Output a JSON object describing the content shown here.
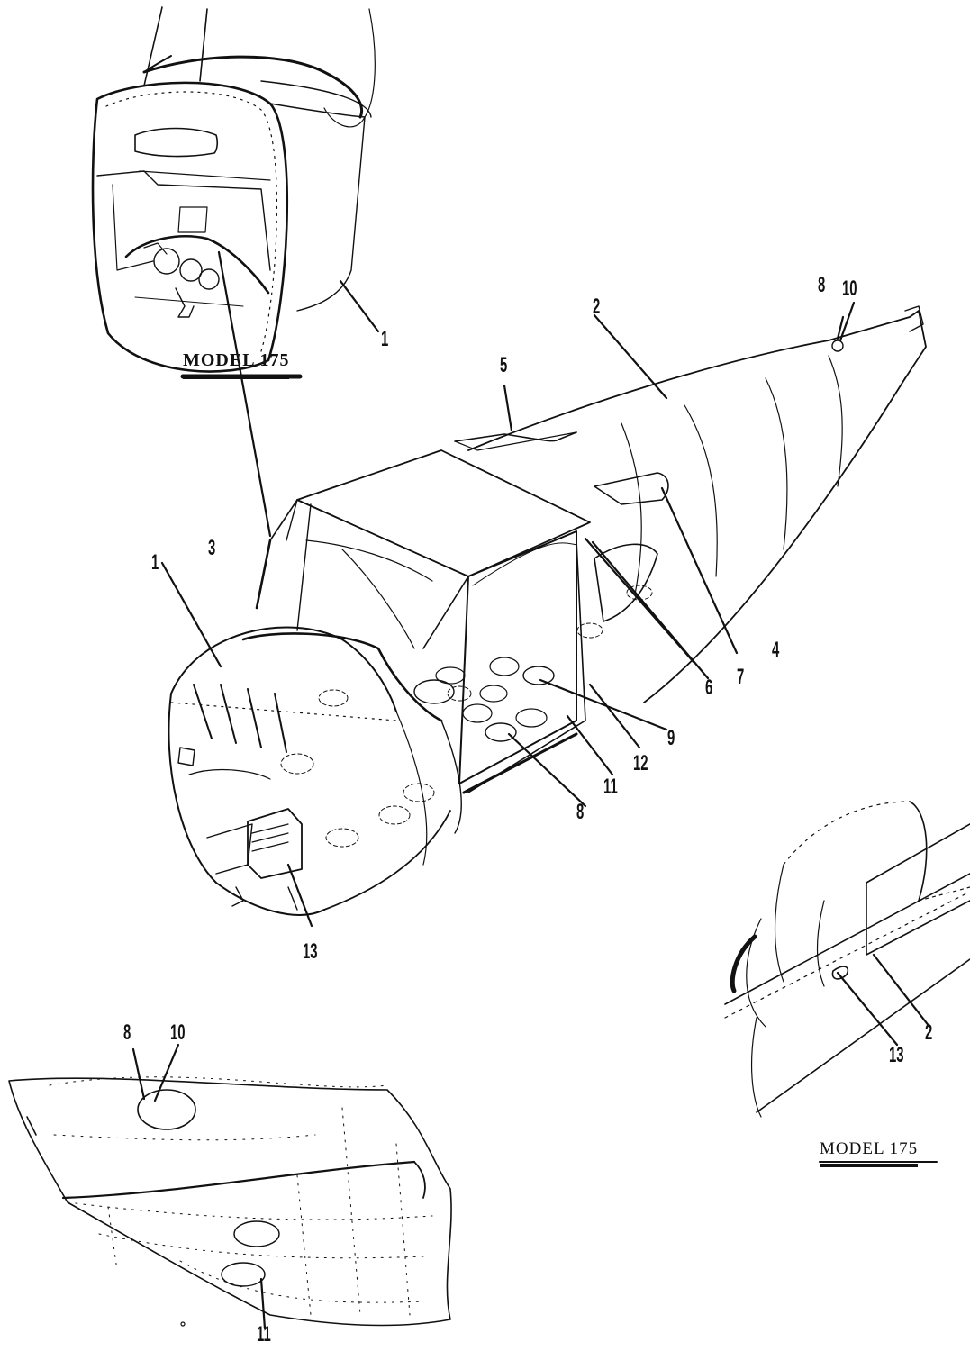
{
  "views": {
    "top_left": {
      "caption": "MODEL 175",
      "callouts": [
        "1"
      ]
    },
    "main": {
      "callouts": [
        "1",
        "2",
        "3",
        "4",
        "5",
        "6",
        "7",
        "8",
        "9",
        "10",
        "11",
        "12",
        "13",
        "8"
      ]
    },
    "bottom_right": {
      "caption": "MODEL 175",
      "callouts": [
        "2",
        "13"
      ]
    },
    "bottom_left": {
      "callouts": [
        "8",
        "10",
        "11"
      ]
    }
  },
  "colors": {
    "line": "#111111",
    "background": "#ffffff"
  }
}
